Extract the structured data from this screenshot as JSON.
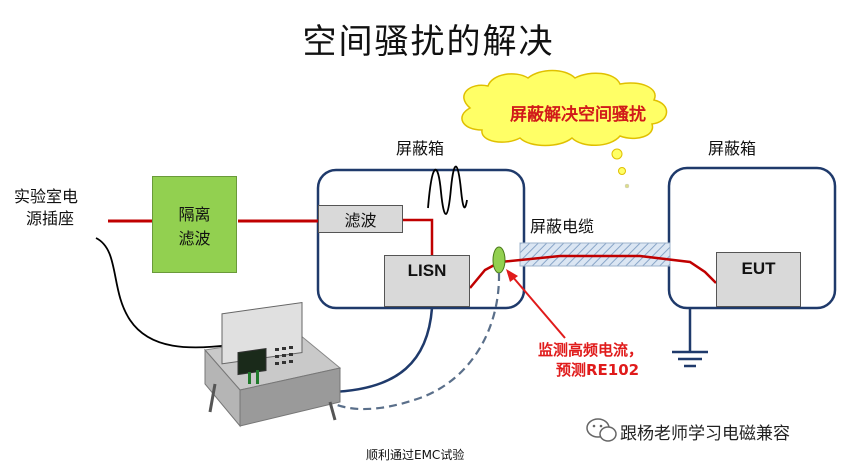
{
  "title": "空间骚扰的解决",
  "cloud_text": "屏蔽解决空间骚扰",
  "shield_box_left_label": "屏蔽箱",
  "shield_box_right_label": "屏蔽箱",
  "outlet_label_line1": "实验室电",
  "outlet_label_line2": "源插座",
  "isolation_filter_line1": "隔离",
  "isolation_filter_line2": "滤波",
  "filter_label": "滤波",
  "lisn_label": "LISN",
  "eut_label": "EUT",
  "shielded_cable_label": "屏蔽电缆",
  "note_line1": "监测高频电流，",
  "note_line2": "预测RE102",
  "caption": "顺利通过EMC试验",
  "watermark": "跟杨老师学习电磁兼容",
  "colors": {
    "box_border": "#1f3a6b",
    "isolation_filter_fill": "#92d050",
    "inner_box_fill": "#d9d9d9",
    "power_line": "#c00000",
    "cloud_fill": "#ffff66",
    "probe_fill": "#92d050",
    "note_red": "#e01b1b"
  }
}
